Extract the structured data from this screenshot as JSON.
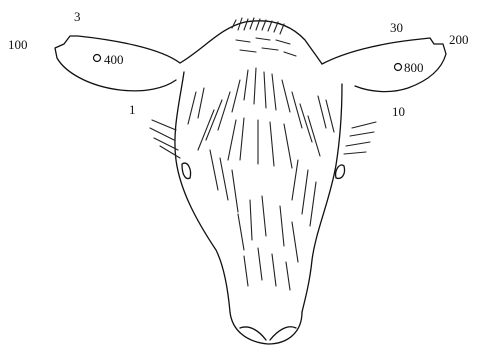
{
  "diagram": {
    "colors": {
      "ink": "#111111",
      "background": "#ffffff"
    },
    "labels": {
      "left_ear_tip": "100",
      "left_ear_top": "3",
      "left_ear_spot": "400",
      "left_ear_base": "1",
      "right_ear_top": "30",
      "right_ear_tip": "200",
      "right_ear_spot": "800",
      "right_ear_base": "10"
    }
  }
}
